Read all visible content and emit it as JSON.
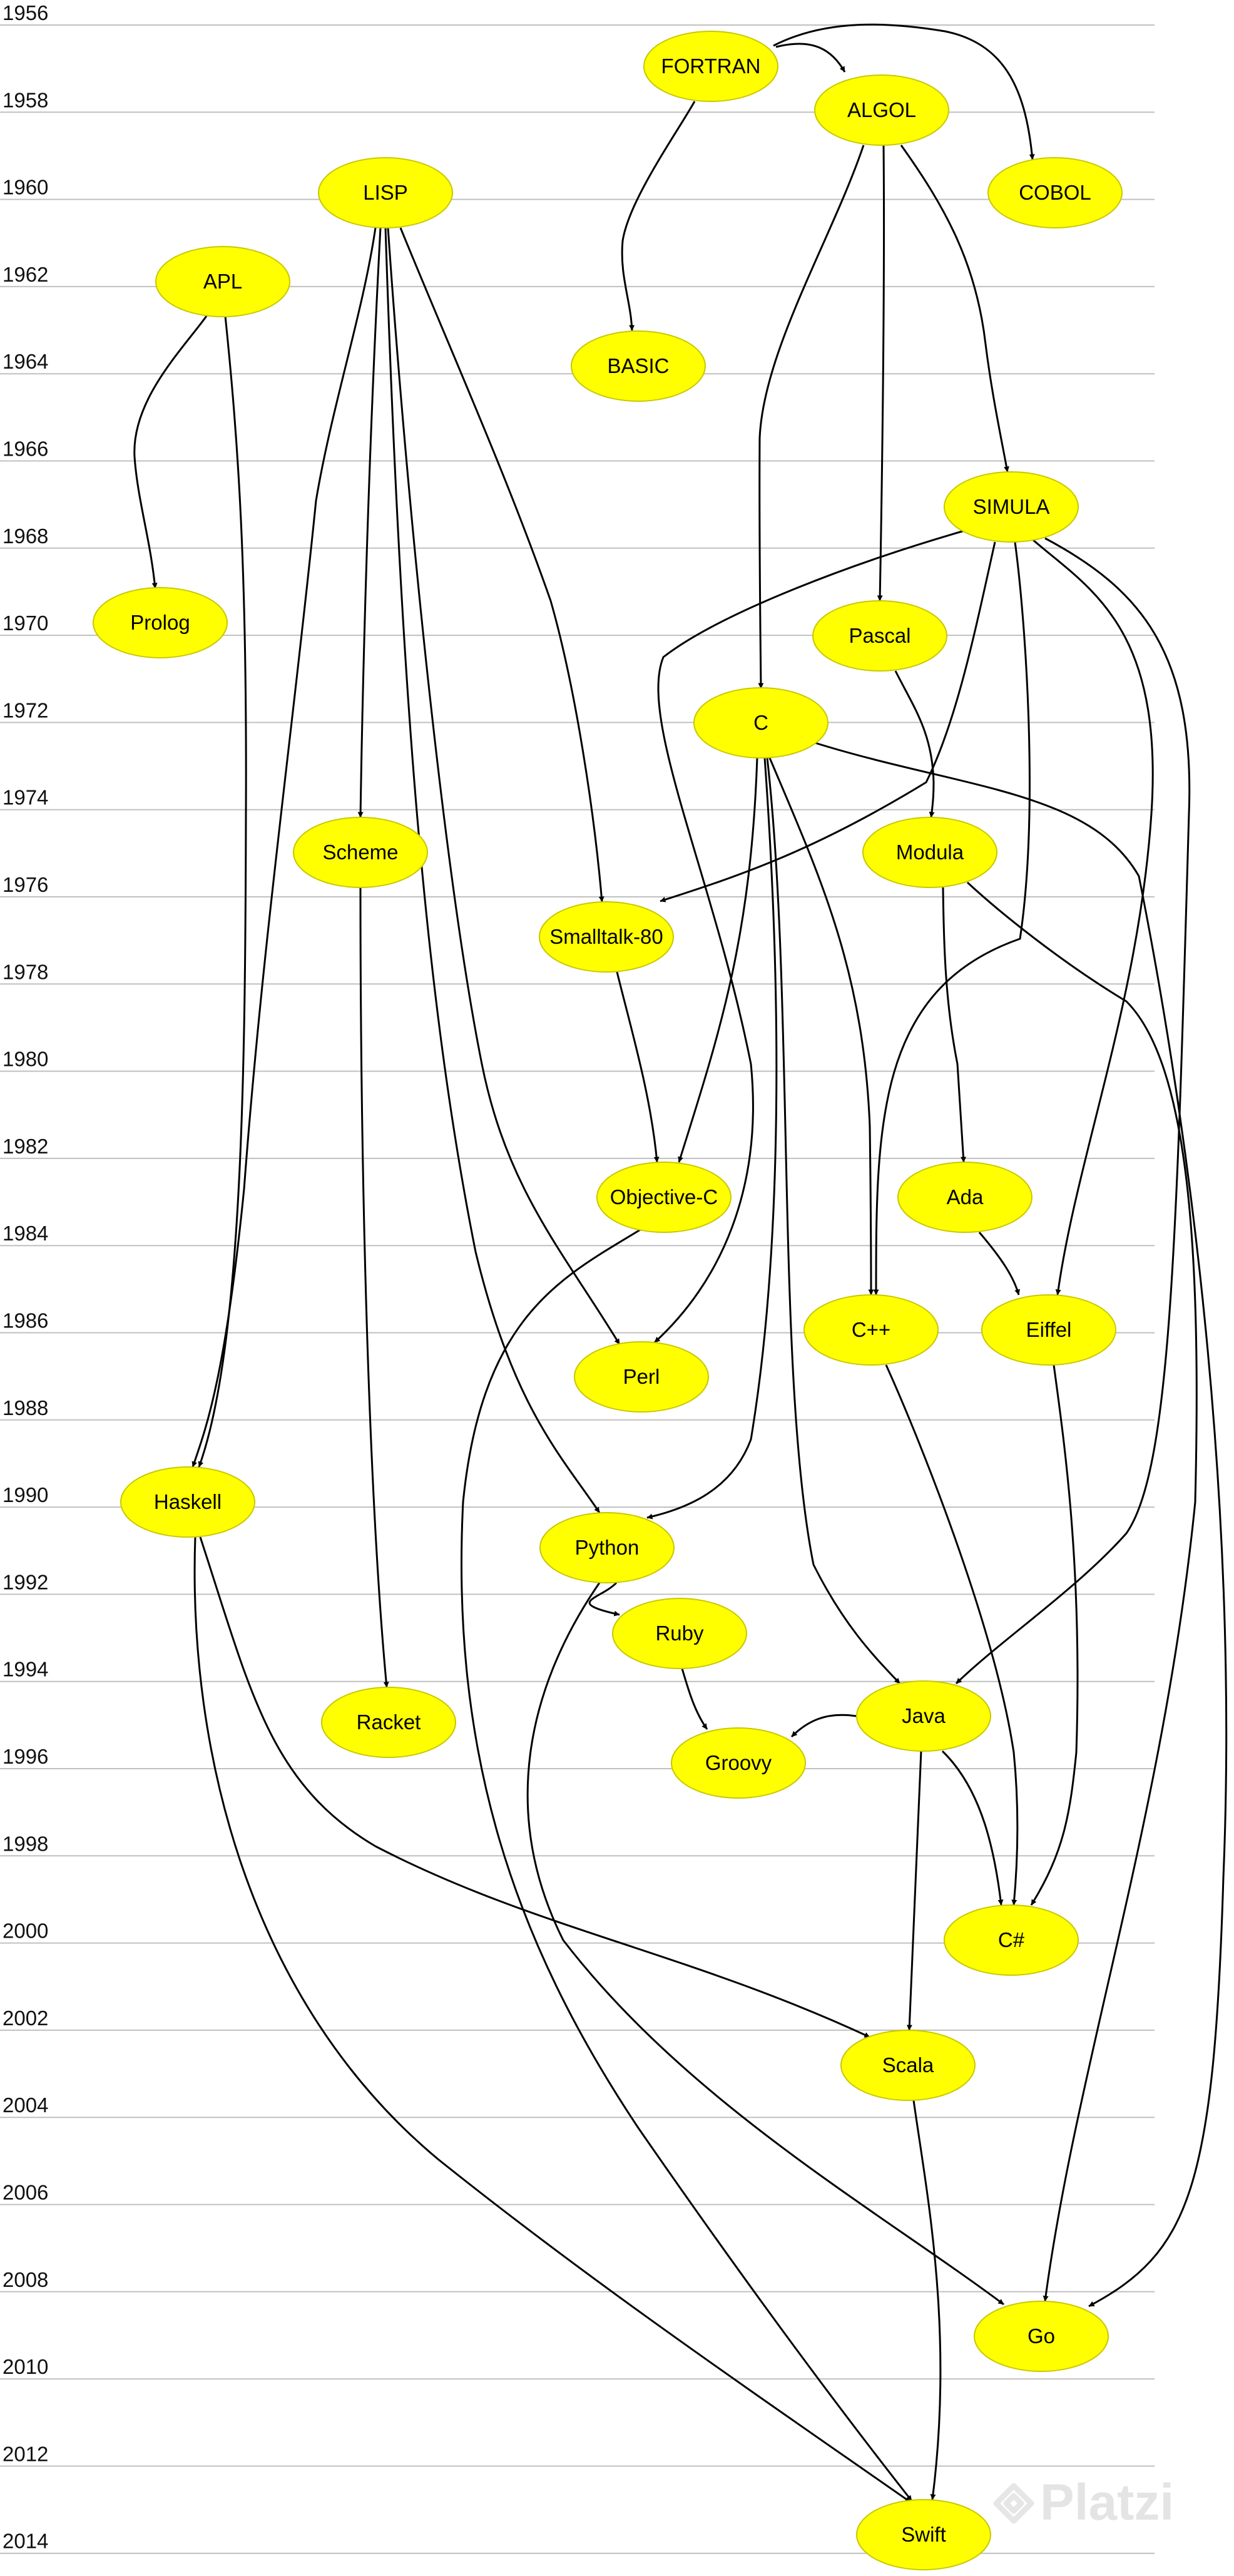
{
  "timeline": {
    "years": [
      "1956",
      "1958",
      "1960",
      "1962",
      "1964",
      "1966",
      "1968",
      "1970",
      "1972",
      "1974",
      "1976",
      "1978",
      "1980",
      "1982",
      "1984",
      "1986",
      "1988",
      "1990",
      "1992",
      "1994",
      "1996",
      "1998",
      "2000",
      "2002",
      "2004",
      "2006",
      "2008",
      "2010",
      "2012",
      "2014"
    ]
  },
  "languages": [
    {
      "id": "fortran",
      "label": "FORTRAN"
    },
    {
      "id": "algol",
      "label": "ALGOL"
    },
    {
      "id": "cobol",
      "label": "COBOL"
    },
    {
      "id": "lisp",
      "label": "LISP"
    },
    {
      "id": "apl",
      "label": "APL"
    },
    {
      "id": "basic",
      "label": "BASIC"
    },
    {
      "id": "simula",
      "label": "SIMULA"
    },
    {
      "id": "prolog",
      "label": "Prolog"
    },
    {
      "id": "pascal",
      "label": "Pascal"
    },
    {
      "id": "c",
      "label": "C"
    },
    {
      "id": "scheme",
      "label": "Scheme"
    },
    {
      "id": "modula",
      "label": "Modula"
    },
    {
      "id": "smalltalk",
      "label": "Smalltalk-80"
    },
    {
      "id": "objc",
      "label": "Objective-C"
    },
    {
      "id": "ada",
      "label": "Ada"
    },
    {
      "id": "cpp",
      "label": "C++"
    },
    {
      "id": "eiffel",
      "label": "Eiffel"
    },
    {
      "id": "perl",
      "label": "Perl"
    },
    {
      "id": "haskell",
      "label": "Haskell"
    },
    {
      "id": "python",
      "label": "Python"
    },
    {
      "id": "ruby",
      "label": "Ruby"
    },
    {
      "id": "java",
      "label": "Java"
    },
    {
      "id": "racket",
      "label": "Racket"
    },
    {
      "id": "groovy",
      "label": "Groovy"
    },
    {
      "id": "csharp",
      "label": "C#"
    },
    {
      "id": "scala",
      "label": "Scala"
    },
    {
      "id": "go",
      "label": "Go"
    },
    {
      "id": "swift",
      "label": "Swift"
    }
  ],
  "influences": [
    {
      "from": "fortran",
      "to": "algol"
    },
    {
      "from": "fortran",
      "to": "cobol"
    },
    {
      "from": "fortran",
      "to": "basic"
    },
    {
      "from": "algol",
      "to": "c"
    },
    {
      "from": "algol",
      "to": "pascal"
    },
    {
      "from": "algol",
      "to": "simula"
    },
    {
      "from": "lisp",
      "to": "haskell"
    },
    {
      "from": "lisp",
      "to": "scheme"
    },
    {
      "from": "lisp",
      "to": "smalltalk"
    },
    {
      "from": "lisp",
      "to": "perl"
    },
    {
      "from": "lisp",
      "to": "python"
    },
    {
      "from": "apl",
      "to": "prolog"
    },
    {
      "from": "apl",
      "to": "haskell"
    },
    {
      "from": "simula",
      "to": "smalltalk"
    },
    {
      "from": "simula",
      "to": "perl"
    },
    {
      "from": "simula",
      "to": "cpp"
    },
    {
      "from": "simula",
      "to": "eiffel"
    },
    {
      "from": "simula",
      "to": "java"
    },
    {
      "from": "pascal",
      "to": "modula"
    },
    {
      "from": "c",
      "to": "objc"
    },
    {
      "from": "c",
      "to": "cpp"
    },
    {
      "from": "c",
      "to": "python"
    },
    {
      "from": "c",
      "to": "java"
    },
    {
      "from": "c",
      "to": "go"
    },
    {
      "from": "scheme",
      "to": "racket"
    },
    {
      "from": "modula",
      "to": "ada"
    },
    {
      "from": "modula",
      "to": "go"
    },
    {
      "from": "smalltalk",
      "to": "objc"
    },
    {
      "from": "objc",
      "to": "swift"
    },
    {
      "from": "ada",
      "to": "eiffel"
    },
    {
      "from": "cpp",
      "to": "csharp"
    },
    {
      "from": "eiffel",
      "to": "csharp"
    },
    {
      "from": "haskell",
      "to": "scala"
    },
    {
      "from": "haskell",
      "to": "swift"
    },
    {
      "from": "python",
      "to": "ruby"
    },
    {
      "from": "python",
      "to": "go"
    },
    {
      "from": "ruby",
      "to": "groovy"
    },
    {
      "from": "java",
      "to": "groovy"
    },
    {
      "from": "java",
      "to": "csharp"
    },
    {
      "from": "java",
      "to": "scala"
    },
    {
      "from": "scala",
      "to": "swift"
    }
  ],
  "watermark": {
    "text": "Platzi"
  },
  "colors": {
    "node_fill": "#ffff00",
    "node_stroke": "#c8c800",
    "edge": "#000000",
    "gridline": "#c0c0c0",
    "watermark": "#e4e4e4"
  }
}
